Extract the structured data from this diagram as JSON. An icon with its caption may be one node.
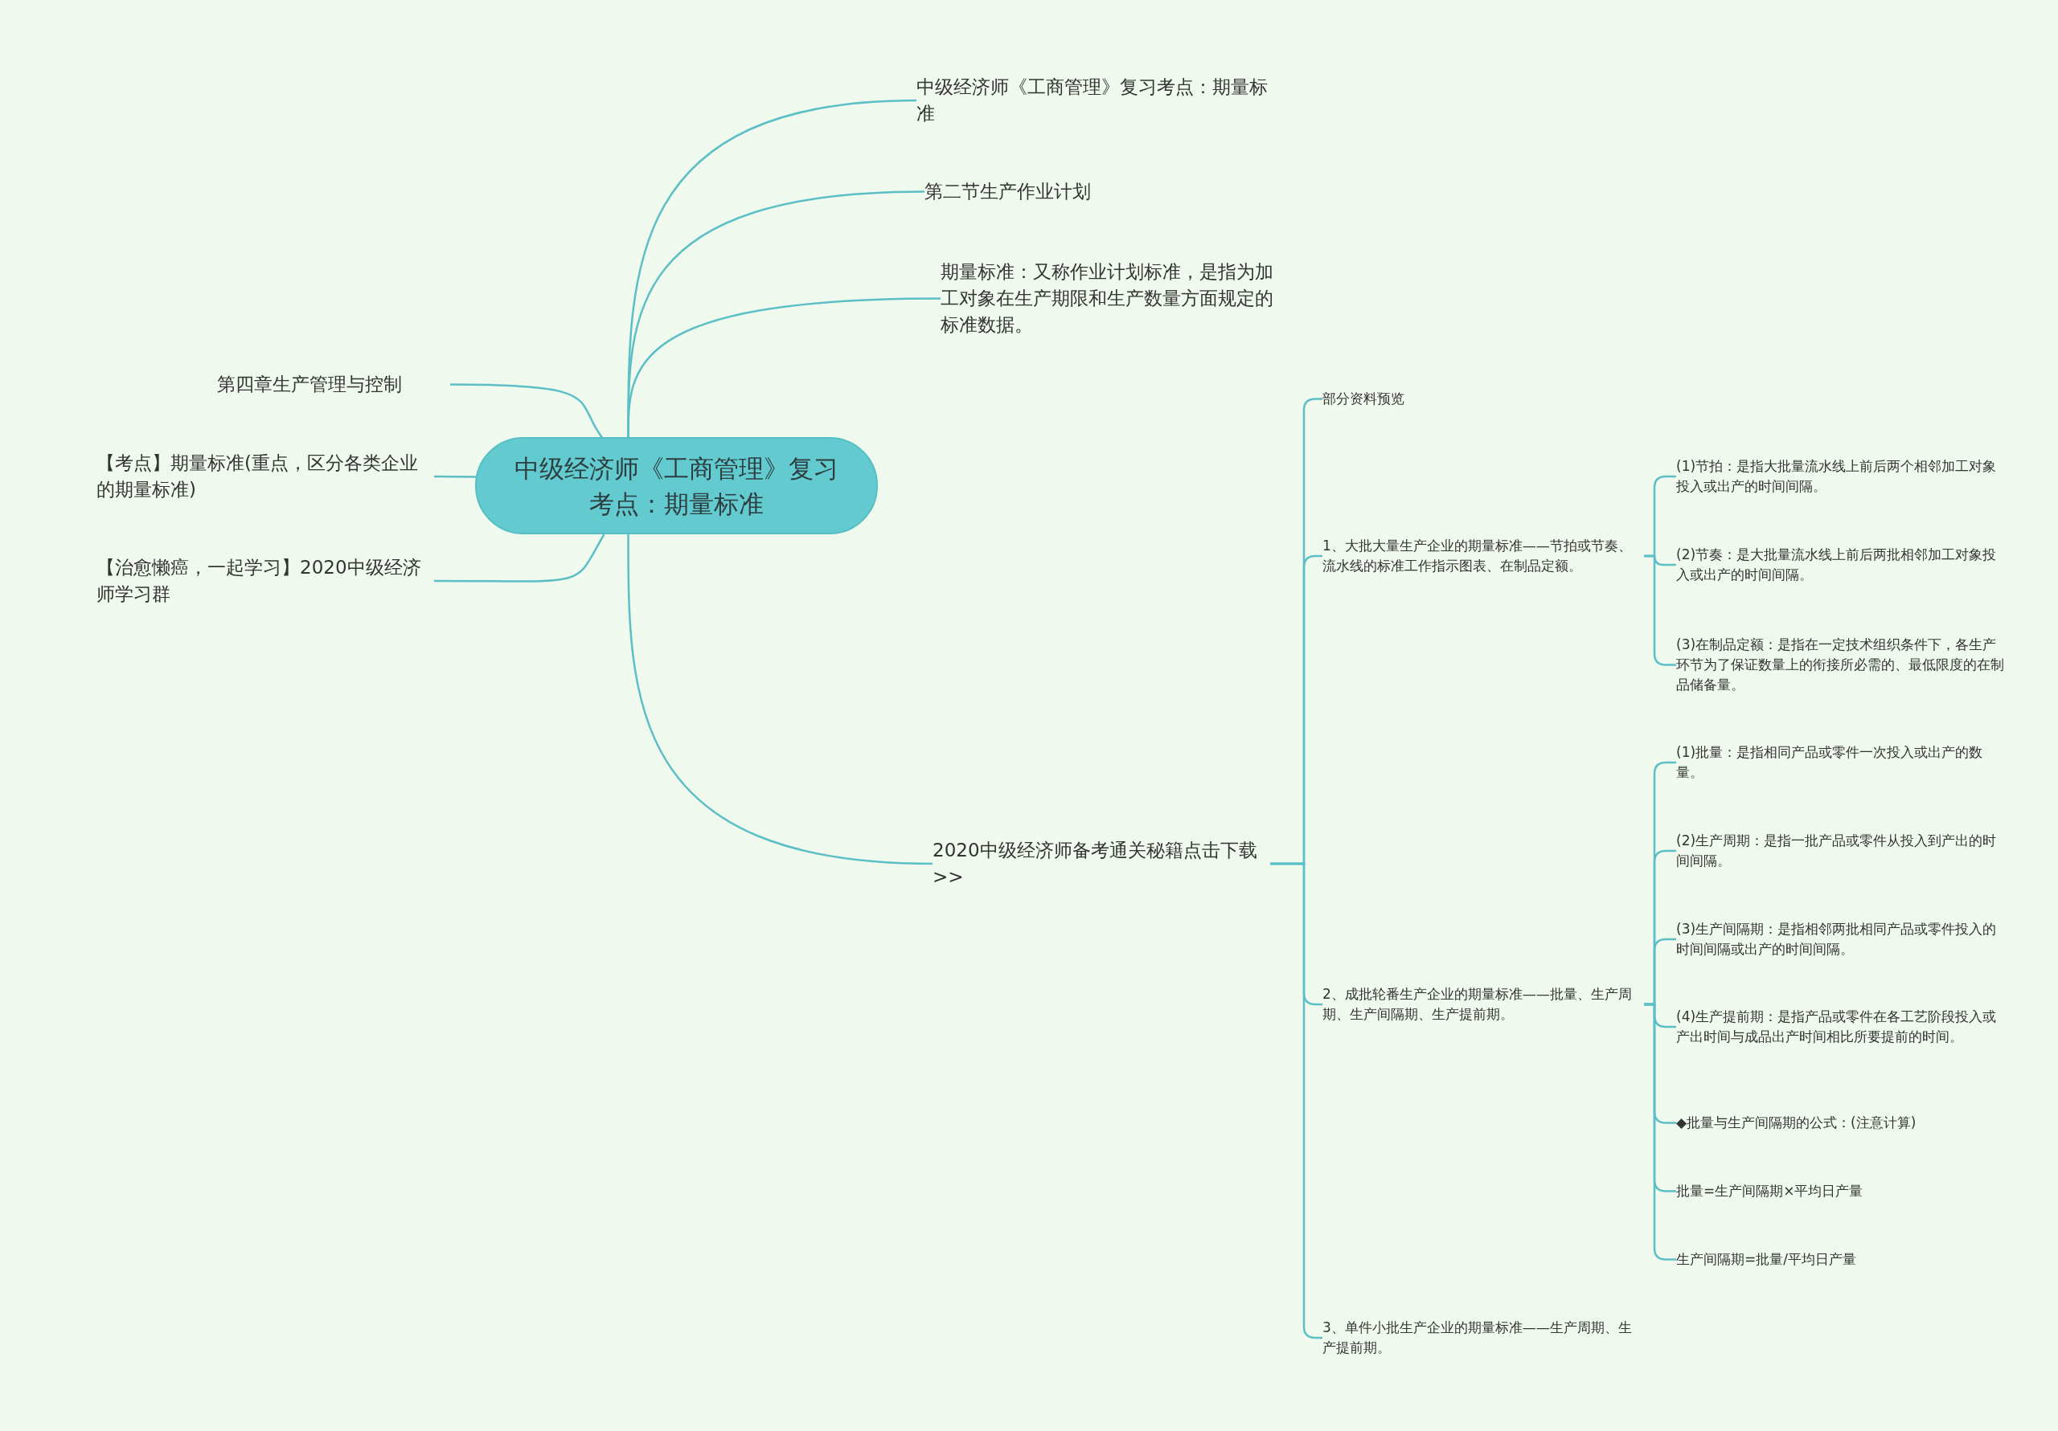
{
  "diagram": {
    "nodes": [
      {
        "text": [
          "中级经济师《工商管理》复习考点：期量标准"
        ]
      },
      {
        "text": [
          "中级经济师《工商管理》复习考点：期量标准"
        ]
      },
      {
        "text": [
          "第二节生产作业计划"
        ]
      },
      {
        "text": [
          "期量标准：又称作业计划标准，是指为加工对象在生产期限和生产数量方面规定的标准数据。"
        ]
      },
      {
        "text": [
          "2020中级经济师备考通关秘籍点击下载>>"
        ]
      },
      {
        "text": [
          "部分资料预览"
        ]
      },
      {
        "text": [
          "1、大批大量生产企业的期量标准——节拍或节奏、流水线的标准工作指示图表、在制品定额。"
        ]
      },
      {
        "text": [
          "(1)节拍：是指大批量流水线上前后两个相邻加工对象投入或出产的时间间隔。"
        ]
      },
      {
        "text": [
          "(2)节奏：是大批量流水线上前后两批相邻加工对象投入或出产的时间间隔。"
        ]
      },
      {
        "text": [
          "(3)在制品定额：是指在一定技术组织条件下，各生产环节为了保证数量上的衔接所必需的、最低限度的在制品储备量。"
        ]
      },
      {
        "text": [
          "2、成批轮番生产企业的期量标准——批量、生产周期、生产间隔期、生产提前期。"
        ]
      },
      {
        "text": [
          "(1)批量：是指相同产品或零件一次投入或出产的数量。"
        ]
      },
      {
        "text": [
          "(2)生产周期：是指一批产品或零件从投入到产出的时间间隔。"
        ]
      },
      {
        "text": [
          "(3)生产间隔期：是指相邻两批相同产品或零件投入的时间间隔或出产的时间间隔。"
        ]
      },
      {
        "text": [
          "(4)生产提前期：是指产品或零件在各工艺阶段投入或产出时间与成品出产时间相比所要提前的时间。"
        ]
      },
      {
        "text": [
          "◆批量与生产间隔期的公式：(注意计算)"
        ]
      },
      {
        "text": [
          "批量=生产间隔期×平均日产量"
        ]
      },
      {
        "text": [
          "生产间隔期=批量/平均日产量"
        ]
      },
      {
        "text": [
          "3、单件小批生产企业的期量标准——生产周期、生产提前期。"
        ]
      },
      {
        "text": [
          "第四章生产管理与控制"
        ]
      },
      {
        "text": [
          "【考点】期量标准(重点，区分各类企业的期量标准)"
        ]
      },
      {
        "text": [
          "【治愈懒癌，一起学习】2020中级经济师学习群"
        ]
      }
    ],
    "edges": [
      {
        "from": 0,
        "to": 1,
        "arrow": "none"
      },
      {
        "from": 0,
        "to": 2,
        "arrow": "none"
      },
      {
        "from": 0,
        "to": 3,
        "arrow": "none"
      },
      {
        "from": 0,
        "to": 4,
        "arrow": "none"
      },
      {
        "from": 4,
        "to": 5,
        "arrow": "none"
      },
      {
        "from": 4,
        "to": 6,
        "arrow": "none"
      },
      {
        "from": 6,
        "to": 7,
        "arrow": "none"
      },
      {
        "from": 6,
        "to": 8,
        "arrow": "none"
      },
      {
        "from": 6,
        "to": 9,
        "arrow": "none"
      },
      {
        "from": 4,
        "to": 10,
        "arrow": "none"
      },
      {
        "from": 10,
        "to": 11,
        "arrow": "none"
      },
      {
        "from": 10,
        "to": 12,
        "arrow": "none"
      },
      {
        "from": 10,
        "to": 13,
        "arrow": "none"
      },
      {
        "from": 10,
        "to": 14,
        "arrow": "none"
      },
      {
        "from": 10,
        "to": 15,
        "arrow": "none"
      },
      {
        "from": 10,
        "to": 16,
        "arrow": "none"
      },
      {
        "from": 10,
        "to": 17,
        "arrow": "none"
      },
      {
        "from": 4,
        "to": 18,
        "arrow": "none"
      },
      {
        "from": 0,
        "to": 19,
        "arrow": "none"
      },
      {
        "from": 0,
        "to": 20,
        "arrow": "none"
      },
      {
        "from": 0,
        "to": 21,
        "arrow": "none"
      }
    ]
  }
}
